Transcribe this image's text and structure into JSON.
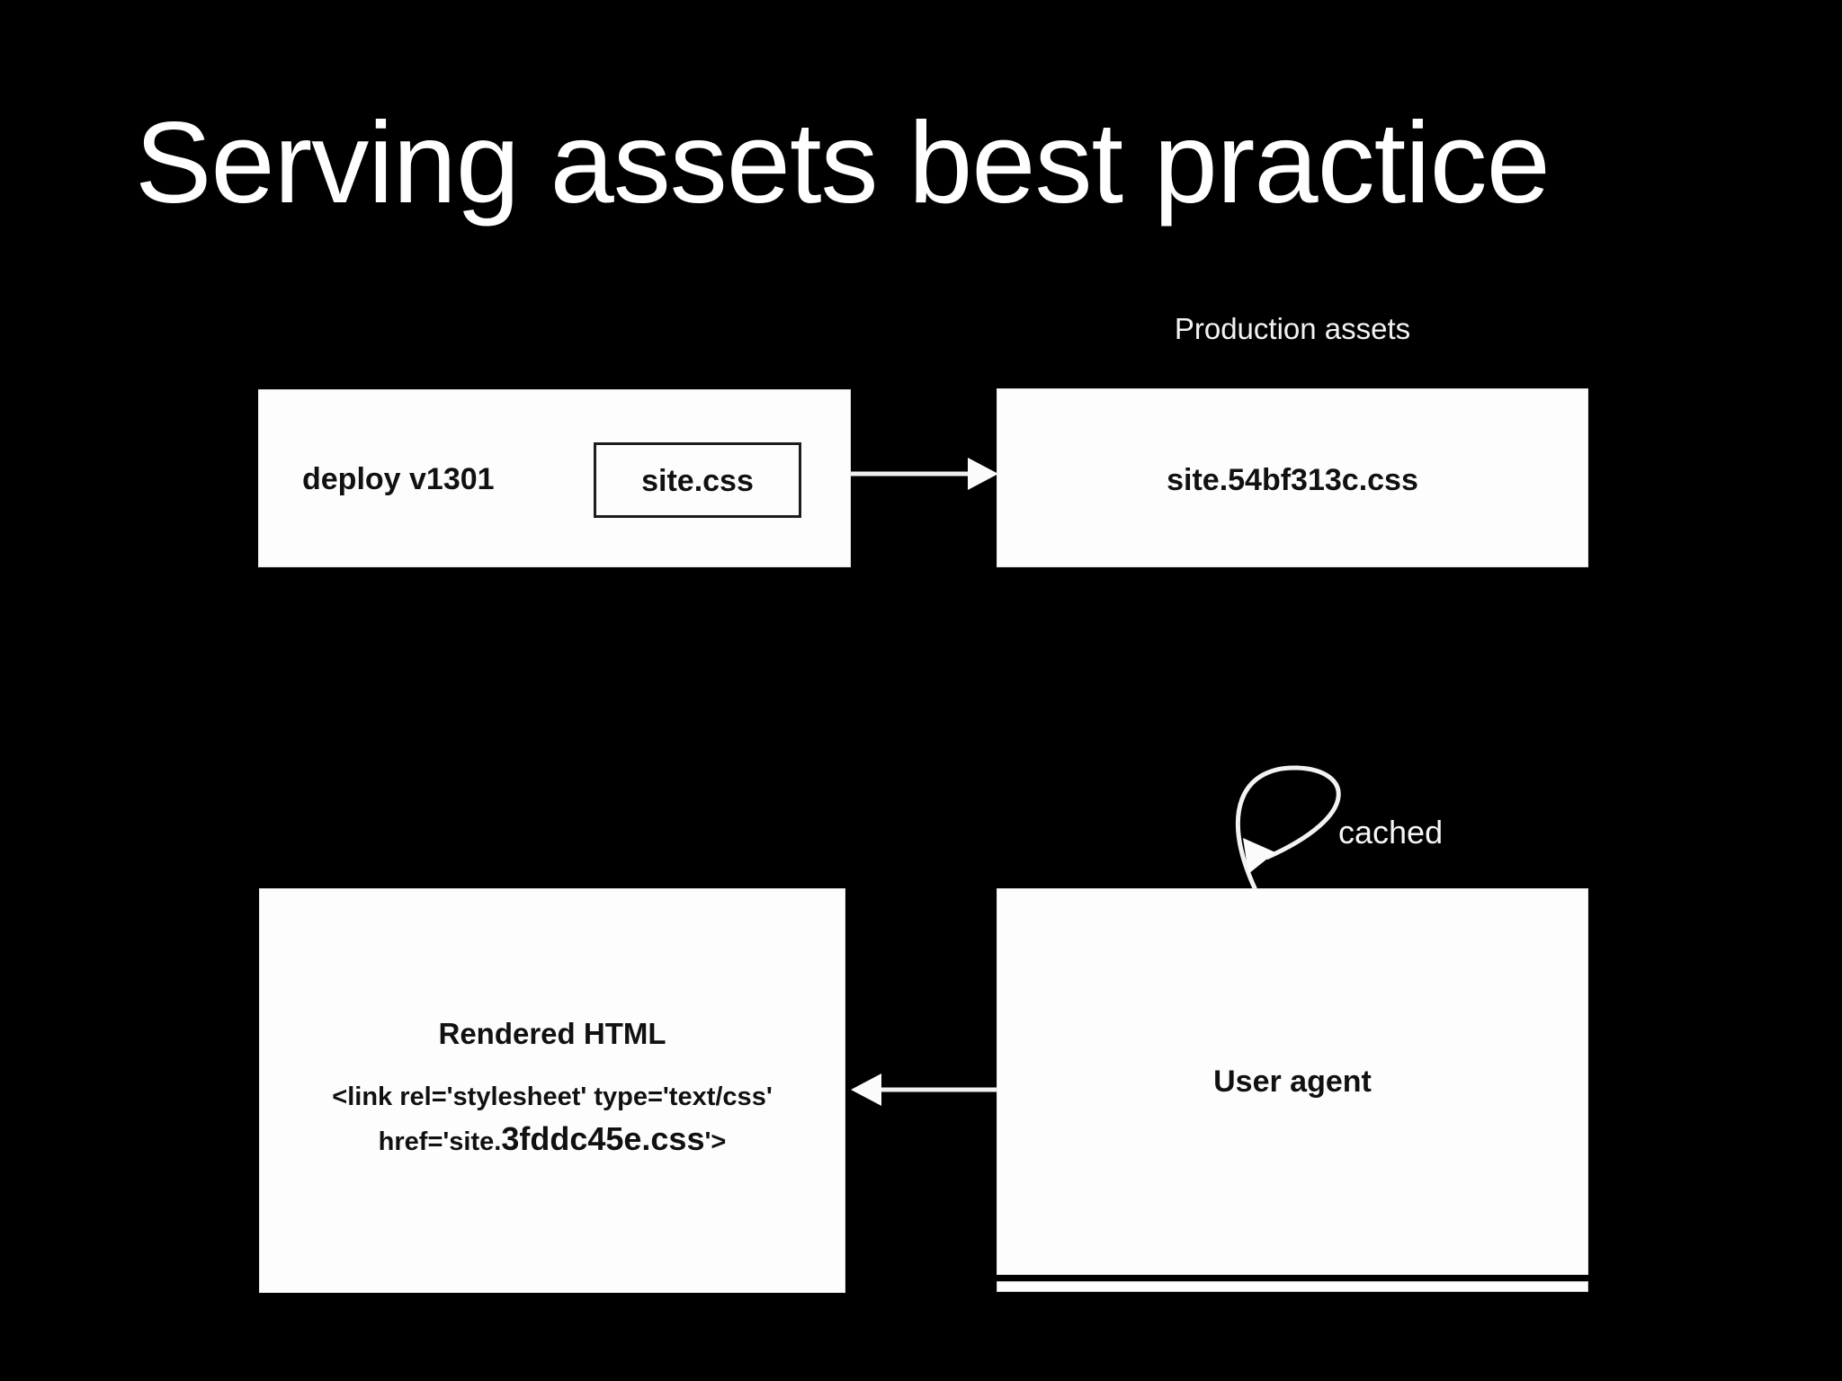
{
  "slide": {
    "background_color": "#000000",
    "title": "Serving assets best practice"
  },
  "diagram": {
    "deploy_node": {
      "version_label": "deploy v1301",
      "asset_label": "site.css"
    },
    "production_node": {
      "caption": "Production assets",
      "asset_label": "site.54bf313c.css"
    },
    "rendered_node": {
      "title": "Rendered HTML",
      "code_line_1": "<link rel='stylesheet' type='text/css'",
      "code_line_2_prefix": "href='site.",
      "code_line_2_hash": "3fddc45e.css",
      "code_line_2_suffix": "'>"
    },
    "useragent_node": {
      "label": "User agent"
    },
    "edges": {
      "deploy_to_production": "arrow-right",
      "useragent_to_rendered": "arrow-left",
      "cached_self_loop_label": "cached"
    },
    "colors": {
      "node_fill": "#fdfdfd",
      "node_text": "#111111",
      "slide_text": "#ffffff",
      "arrow_stroke": "#f0f0f0",
      "inner_box_border": "#1d1d1d"
    }
  }
}
